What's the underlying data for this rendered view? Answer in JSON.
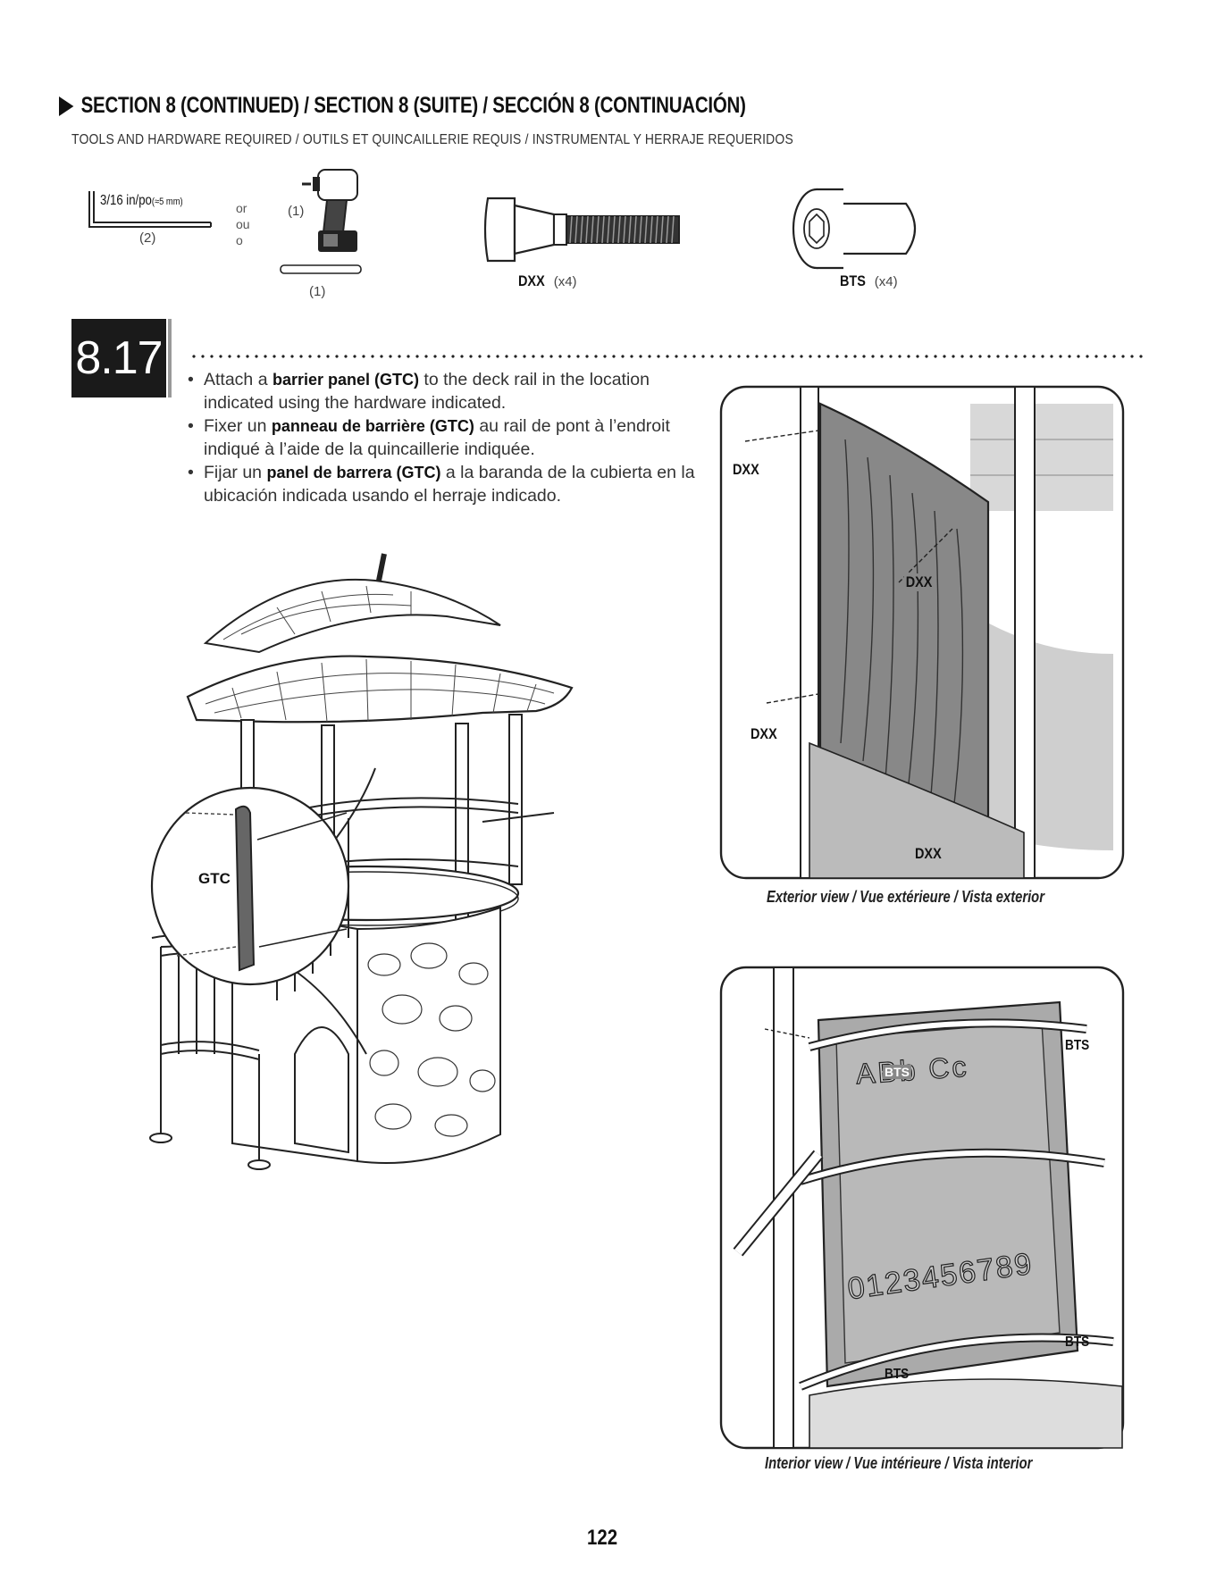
{
  "header": {
    "section_title": "SECTION 8 (CONTINUED) / SECTION 8 (SUITE) / SECCIÓN 8 (CONTINUACIÓN)",
    "tools_line": "TOOLS AND HARDWARE REQUIRED / OUTILS ET QUINCAILLERIE REQUIS / INSTRUMENTAL Y HERRAJE REQUERIDOS"
  },
  "tools": {
    "hex_key_size": "3/16 in/po",
    "hex_key_metric": "(≈5 mm)",
    "hex_key_qty": "(2)",
    "or_en": "or",
    "or_fr": "ou",
    "or_es": "o",
    "drill_qty": "(1)",
    "bit_qty": "(1)"
  },
  "hardware": [
    {
      "code": "DXX",
      "qty": "(x4)"
    },
    {
      "code": "BTS",
      "qty": "(x4)"
    }
  ],
  "step": {
    "number": "8.17",
    "instructions": [
      {
        "pre": "Attach a ",
        "bold": "barrier panel (GTC)",
        "post": " to the deck rail in the location indicated using the hardware indicated."
      },
      {
        "pre": "Fixer un ",
        "bold": "panneau de barrière (GTC)",
        "post": " au rail de pont à l’endroit indiqué à l’aide de la quincaillerie indiquée."
      },
      {
        "pre": "Fijar un ",
        "bold": "panel de barrera (GTC)",
        "post": " a la baranda de la cubierta en la ubicación indicada usando el herraje indicado."
      }
    ]
  },
  "main_figure": {
    "callout": "GTC"
  },
  "exterior_view": {
    "callouts": [
      "DXX",
      "DXX",
      "DXX",
      "DXX"
    ],
    "caption": "Exterior view / Vue extérieure / Vista exterior"
  },
  "interior_view": {
    "panel_letters": "ABb Cc",
    "panel_numbers": "0123456789",
    "callouts": [
      "BTS",
      "BTS",
      "BTS",
      "BTS"
    ],
    "caption": "Interior view / Vue intérieure / Vista interior"
  },
  "page_number": "122"
}
